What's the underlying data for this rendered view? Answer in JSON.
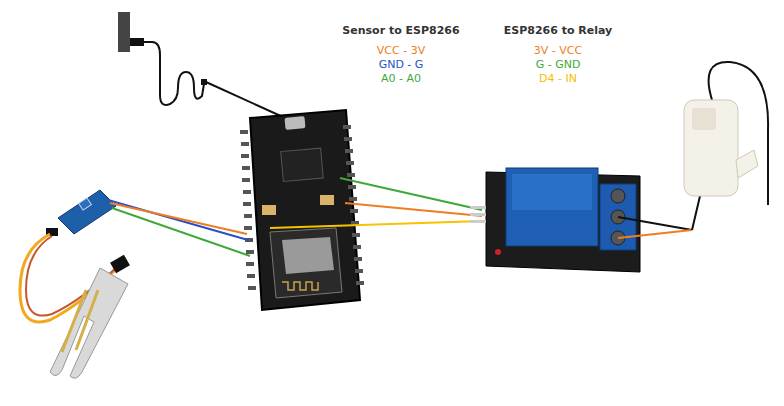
{
  "diagram": {
    "labels": [
      "Sensor to ESP8266",
      "VCC - 3V",
      "GND - G",
      "A0 - A0",
      "ESP8266 to Relay",
      "3V - VCC",
      "G - GND",
      "D4 - IN"
    ]
  }
}
